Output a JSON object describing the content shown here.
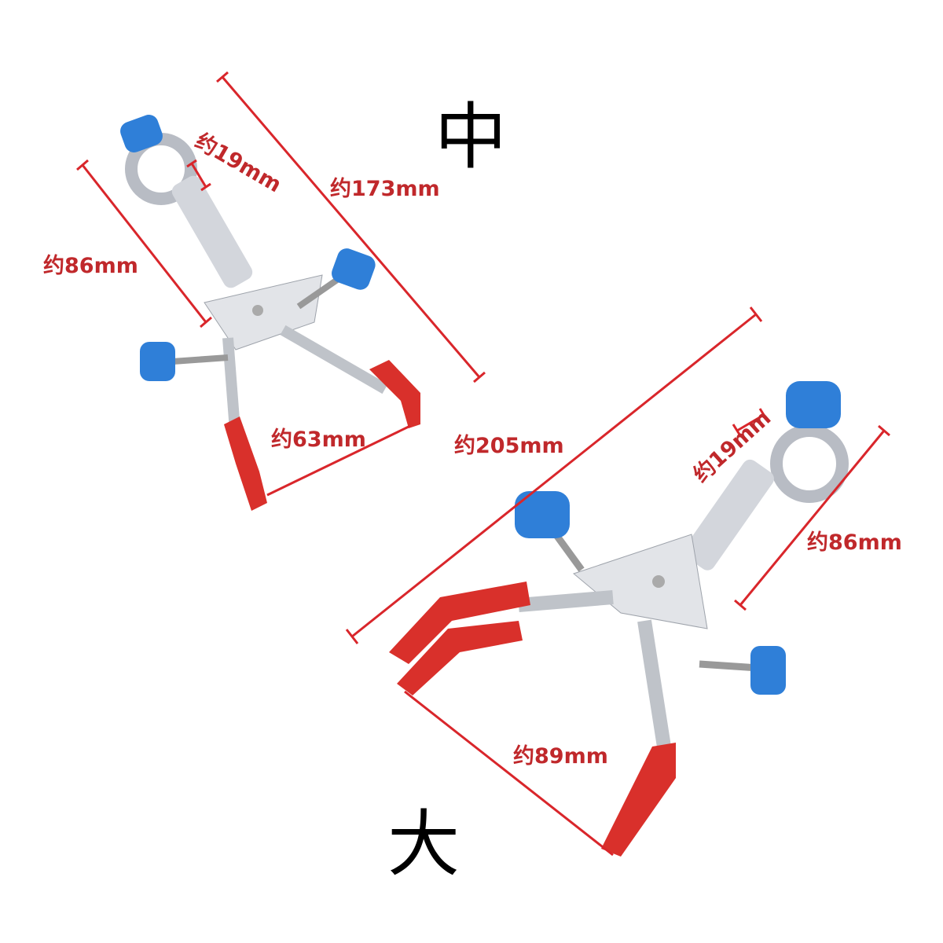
{
  "size_labels": {
    "medium": "中",
    "large": "大"
  },
  "medium_clamp": {
    "total_length": "约173mm",
    "jaw_opening": "约63mm",
    "boss_length": "约86mm",
    "boss_opening": "约19mm"
  },
  "large_clamp": {
    "total_length": "约205mm",
    "jaw_opening": "约89mm",
    "boss_length": "约86mm",
    "boss_opening": "约19mm"
  },
  "colors": {
    "dimension_line": "#d9262b",
    "knob": "#2f7fd8",
    "grip": "#d9302b",
    "metal": "#c9ccd2"
  }
}
